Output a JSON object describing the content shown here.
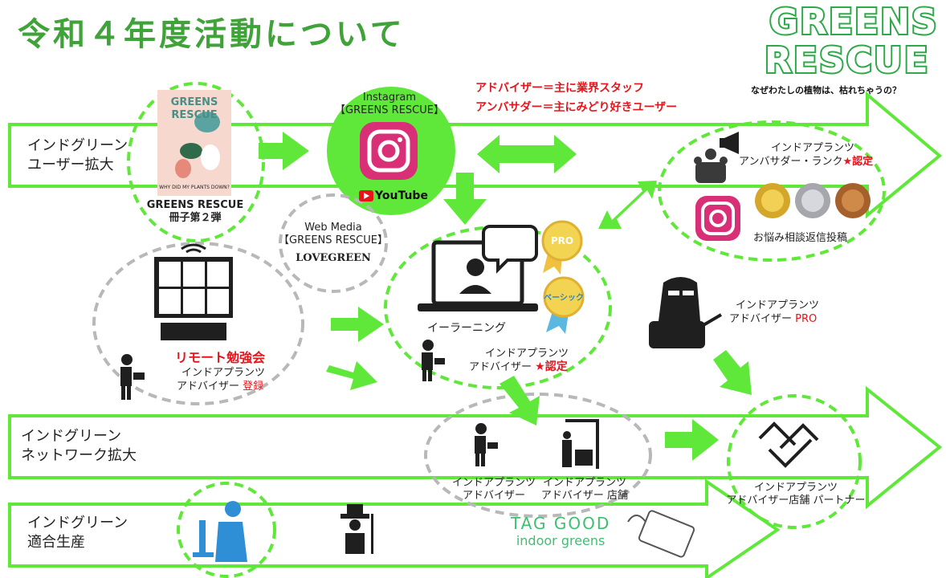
{
  "title": "令和４年度活動について",
  "logo": {
    "line1": "GREENS",
    "line2": "RESCUE",
    "tagline": "なぜわたしの植物は、枯れちゃうの？"
  },
  "roles_note": {
    "line1": "アドバイザー＝主に業界スタッフ",
    "line2": "アンバサダー＝主にみどり好きユーザー"
  },
  "rows": {
    "row1": {
      "line1": "インドグリーン",
      "line2": "ユーザー拡大"
    },
    "row2": {
      "line1": "インドグリーン",
      "line2": "ネットワーク拡大"
    },
    "row3": {
      "line1": "インドグリーン",
      "line2": "適合生産"
    }
  },
  "booklet": {
    "cover_title1": "GREENS",
    "cover_title2": "RESCUE",
    "cover_sub": "WHY DID MY PLANTS DOWN?",
    "label1": "GREENS RESCUE",
    "label2": "冊子第２弾"
  },
  "instagram": {
    "name": "Instagram",
    "account": "【GREENS RESCUE】",
    "youtube": "YouTube"
  },
  "web_media": {
    "line1": "Web Media",
    "line2": "【GREENS RESCUE】",
    "line3": "LOVEGREEN"
  },
  "ambassador": {
    "line1": "インドアプランツ",
    "line2": "アンバサダー・ランク",
    "certified": "★認定",
    "line3": "お悩み相談返信投稿"
  },
  "remote": {
    "title": "リモート勉強会",
    "line1": "インドアプランツ",
    "line2": "アドバイザー",
    "registered": "登録"
  },
  "elearning": {
    "label": "イーラーニング",
    "pro": "PRO",
    "basic": "ベーシック",
    "line1": "インドアプランツ",
    "line2": "アドバイザー",
    "certified": "★認定"
  },
  "advisor_pro": {
    "line1": "インドアプランツ",
    "line2": "アドバイザー",
    "pro": "PRO"
  },
  "network": {
    "a1": "インドアプランツ",
    "a2": "アドバイザー",
    "b1": "インドアプランツ",
    "b2": "アドバイザー 店舗"
  },
  "partner": {
    "line1": "インドアプランツ",
    "line2": "アドバイザー店舗 パートナー"
  },
  "tag_good": {
    "line1": "TAG GOOD",
    "line2": "indoor greens"
  },
  "colors": {
    "green": "#5fe83a",
    "dark_green": "#2ea94a",
    "red": "#e8141b",
    "gray": "#b8b8b8"
  }
}
